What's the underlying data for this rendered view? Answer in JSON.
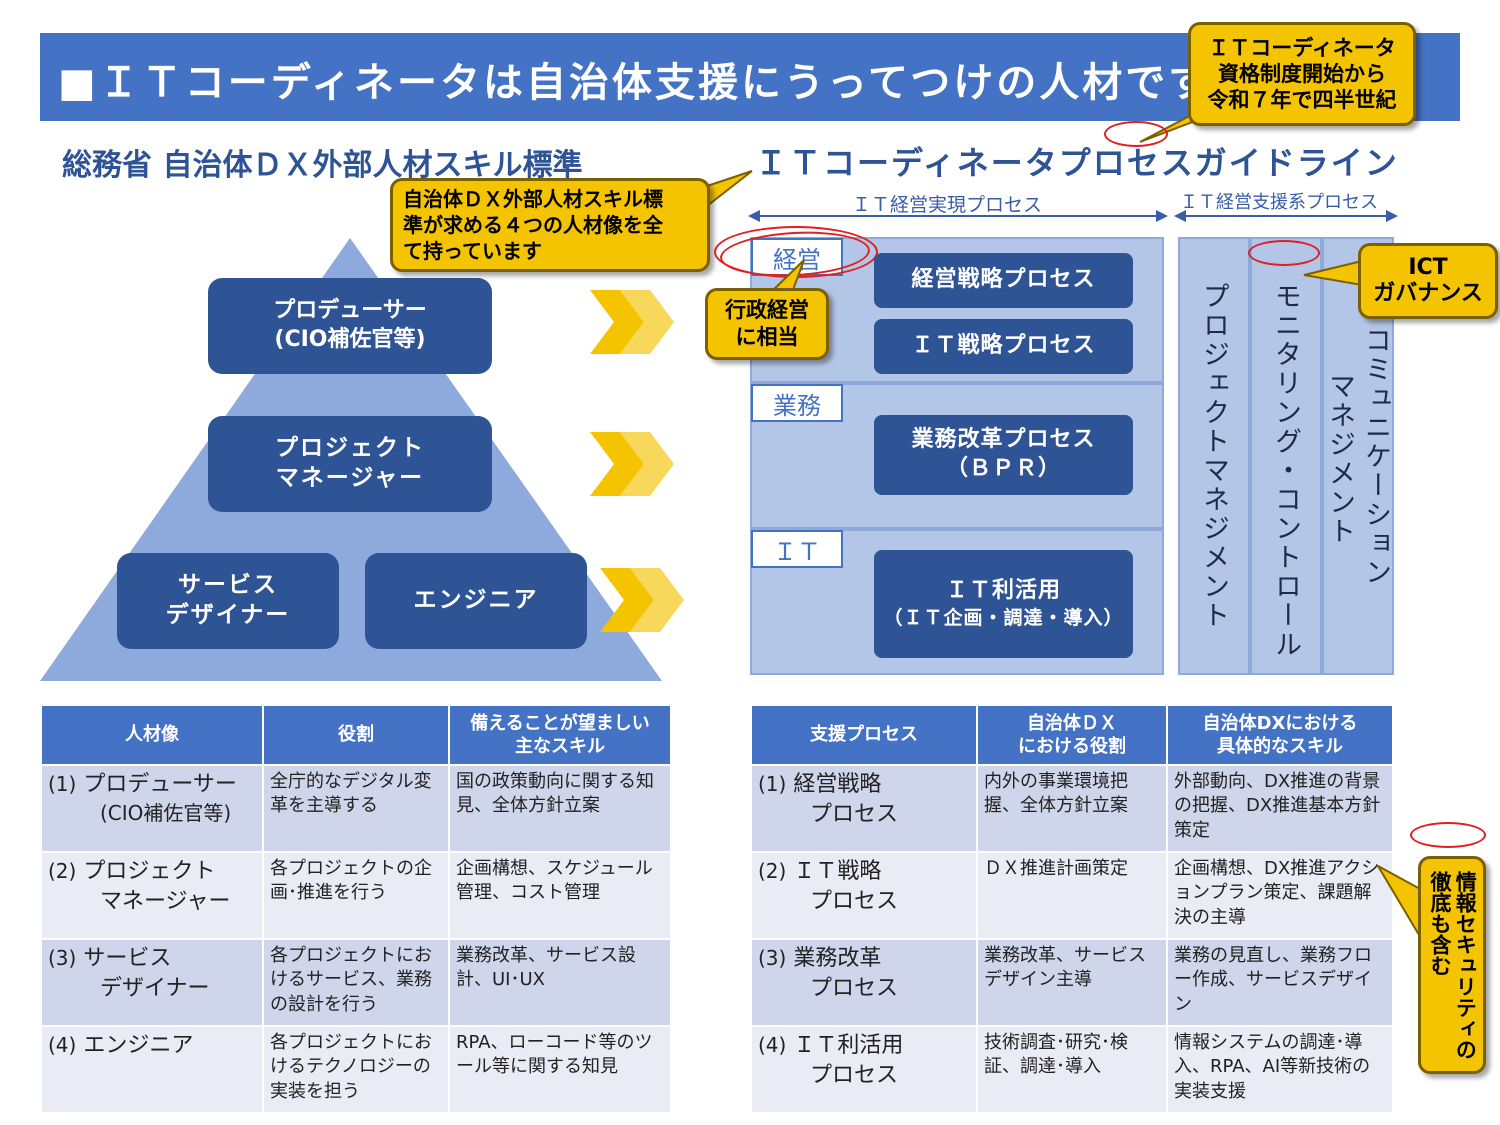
{
  "title": "■ＩＴコーディネータは自治体支援にうってつけの人材です",
  "callouts": {
    "top_right": [
      "ＩＴコーディネータ",
      "資格制度開始から",
      "令和７年で四半世紀"
    ],
    "skill_standard": [
      "自治体ＤＸ外部人材スキル標",
      "準が求める４つの人材像を全",
      "て持っています"
    ],
    "gyosei": [
      "行政経営",
      "に相当"
    ],
    "ict": [
      "ICT",
      "ガバナンス"
    ],
    "security": [
      "情報セキュリティの",
      "徹底も含む"
    ]
  },
  "left": {
    "heading": "総務省 自治体ＤＸ外部人材スキル標準",
    "producer": [
      "プロデューサー",
      "(CIO補佐官等)"
    ],
    "pm": [
      "プロジェクト",
      "マネージャー"
    ],
    "designer": [
      "サービス",
      "デザイナー"
    ],
    "engineer": "エンジニア"
  },
  "right": {
    "heading": "ＩＴコーディネータプロセスガイドライン",
    "span1": "ＩＴ経営実現プロセス",
    "span2": "ＩＴ経営支援系プロセス",
    "tags": {
      "keiei": "経営",
      "gyomu": "業務",
      "it": "ＩＴ"
    },
    "processes": {
      "strategy": "経営戦略プロセス",
      "it_strategy": "ＩＴ戦略プロセス",
      "bpr": [
        "業務改革プロセス",
        "（ＢＰＲ）"
      ],
      "it_use": [
        "ＩＴ利活用",
        "（ＩＴ企画・調達・導入）"
      ]
    },
    "columns": [
      "プロジェクトマネジメント",
      "モニタリング・コントロール",
      "コミュニケーション",
      "マネジメント"
    ]
  },
  "table_left": {
    "headers": [
      "人材像",
      "役割",
      "備えることが望ましい\n主なスキル"
    ],
    "rows": [
      {
        "num": "(1)",
        "name": [
          "プロデューサー",
          "(CIO補佐官等)"
        ],
        "role": "全庁的なデジタル変革を主導する",
        "skill": "国の政策動向に関する知見、全体方針立案"
      },
      {
        "num": "(2)",
        "name": [
          "プロジェクト",
          "マネージャー"
        ],
        "role": "各プロジェクトの企画･推進を行う",
        "skill": "企画構想、スケジュール管理、コスト管理"
      },
      {
        "num": "(3)",
        "name": [
          "サービス",
          "デザイナー"
        ],
        "role": "各プロジェクトにおけるサービス、業務の設計を行う",
        "skill": "業務改革、サービス設計、UI･UX"
      },
      {
        "num": "(4)",
        "name": [
          "エンジニア",
          ""
        ],
        "role": "各プロジェクトにおけるテクノロジーの実装を担う",
        "skill": "RPA、ローコード等のツール等に関する知見"
      }
    ]
  },
  "table_right": {
    "headers": [
      "支援プロセス",
      "自治体ＤＸ\nにおける役割",
      "自治体DXにおける\n具体的なスキル"
    ],
    "rows": [
      {
        "num": "(1)",
        "name": [
          "経営戦略",
          "プロセス"
        ],
        "role": "内外の事業環境把握、全体方針立案",
        "skill": "外部動向、DX推進の背景の把握、DX推進基本方針策定"
      },
      {
        "num": "(2)",
        "name": [
          "ＩＴ戦略",
          "プロセス"
        ],
        "role": "ＤＸ推進計画策定",
        "skill": "企画構想、DX推進アクションプラン策定、課題解決の主導"
      },
      {
        "num": "(3)",
        "name": [
          "業務改革",
          "プロセス"
        ],
        "role": "業務改革、サービスデザイン主導",
        "skill": "業務の見直し、業務フロー作成、サービスデザイン"
      },
      {
        "num": "(4)",
        "name": [
          "ＩＴ利活用",
          "プロセス"
        ],
        "role": "技術調査･研究･検証、調達･導入",
        "skill": "情報システムの調達･導入、RPA、AI等新技術の実装支援"
      }
    ]
  },
  "colors": {
    "title_bg": "#4472c4",
    "box": "#2f5496",
    "panel": "#b4c6e7",
    "callout": "#f5c400",
    "chevron": "#f5c400",
    "marker": "#e02020"
  }
}
